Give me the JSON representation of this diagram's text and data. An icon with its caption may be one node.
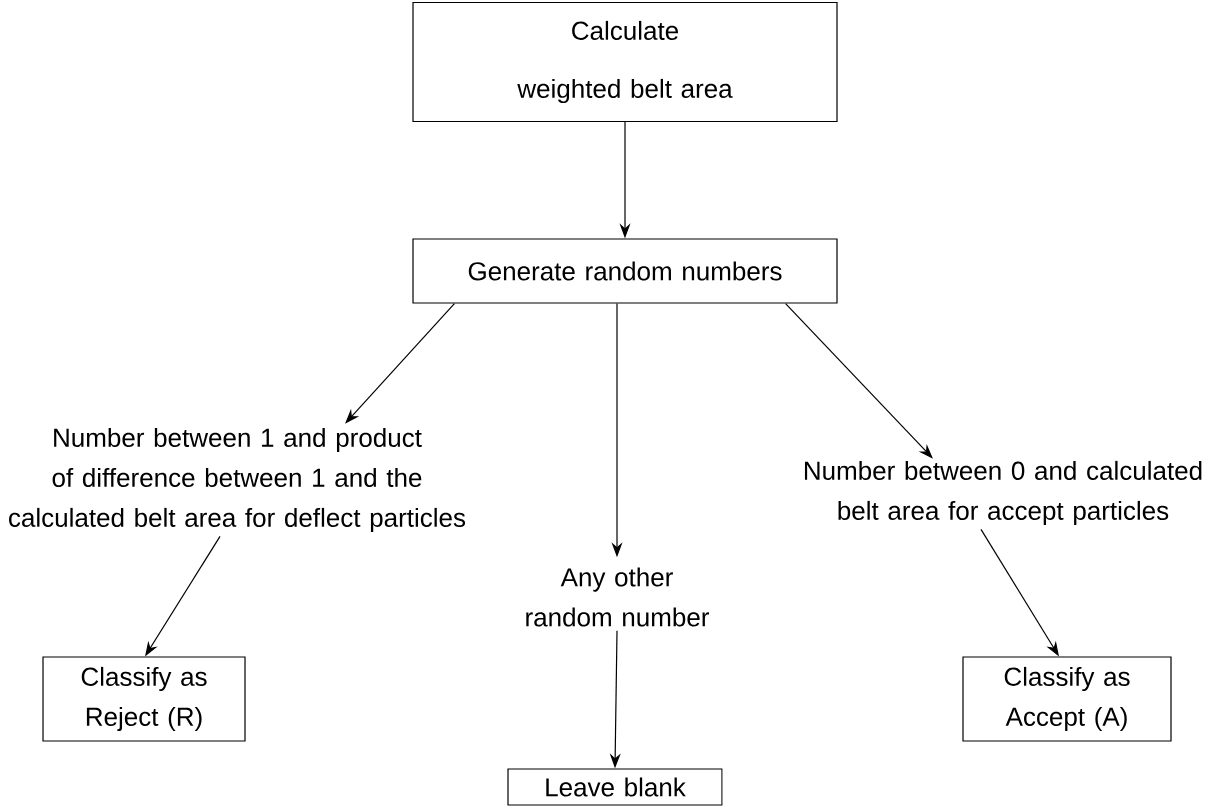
{
  "diagram": {
    "nodes": [
      {
        "text": [
          "Calculate weighted belt area"
        ]
      },
      {
        "text": [
          "Generate random numbers"
        ]
      },
      {
        "text": [
          "Number between 1 and product of difference between 1 and the calculated belt area for deflect particles"
        ]
      },
      {
        "text": [
          "Any other random number"
        ]
      },
      {
        "text": [
          "Number between 0 and calculated belt area for accept particles"
        ]
      },
      {
        "text": [
          "Classify as Reject (R)"
        ]
      },
      {
        "text": [
          "Leave blank"
        ]
      },
      {
        "text": [
          "Classify as Accept (A)"
        ]
      }
    ],
    "edges": [
      {
        "from": 0,
        "to": 1,
        "arrow": "to"
      },
      {
        "from": 1,
        "to": 2,
        "arrow": "to"
      },
      {
        "from": 1,
        "to": 3,
        "arrow": "to"
      },
      {
        "from": 1,
        "to": 4,
        "arrow": "to"
      },
      {
        "from": 2,
        "to": 5,
        "arrow": "to"
      },
      {
        "from": 3,
        "to": 6,
        "arrow": "to"
      },
      {
        "from": 4,
        "to": 7,
        "arrow": "to"
      }
    ]
  }
}
